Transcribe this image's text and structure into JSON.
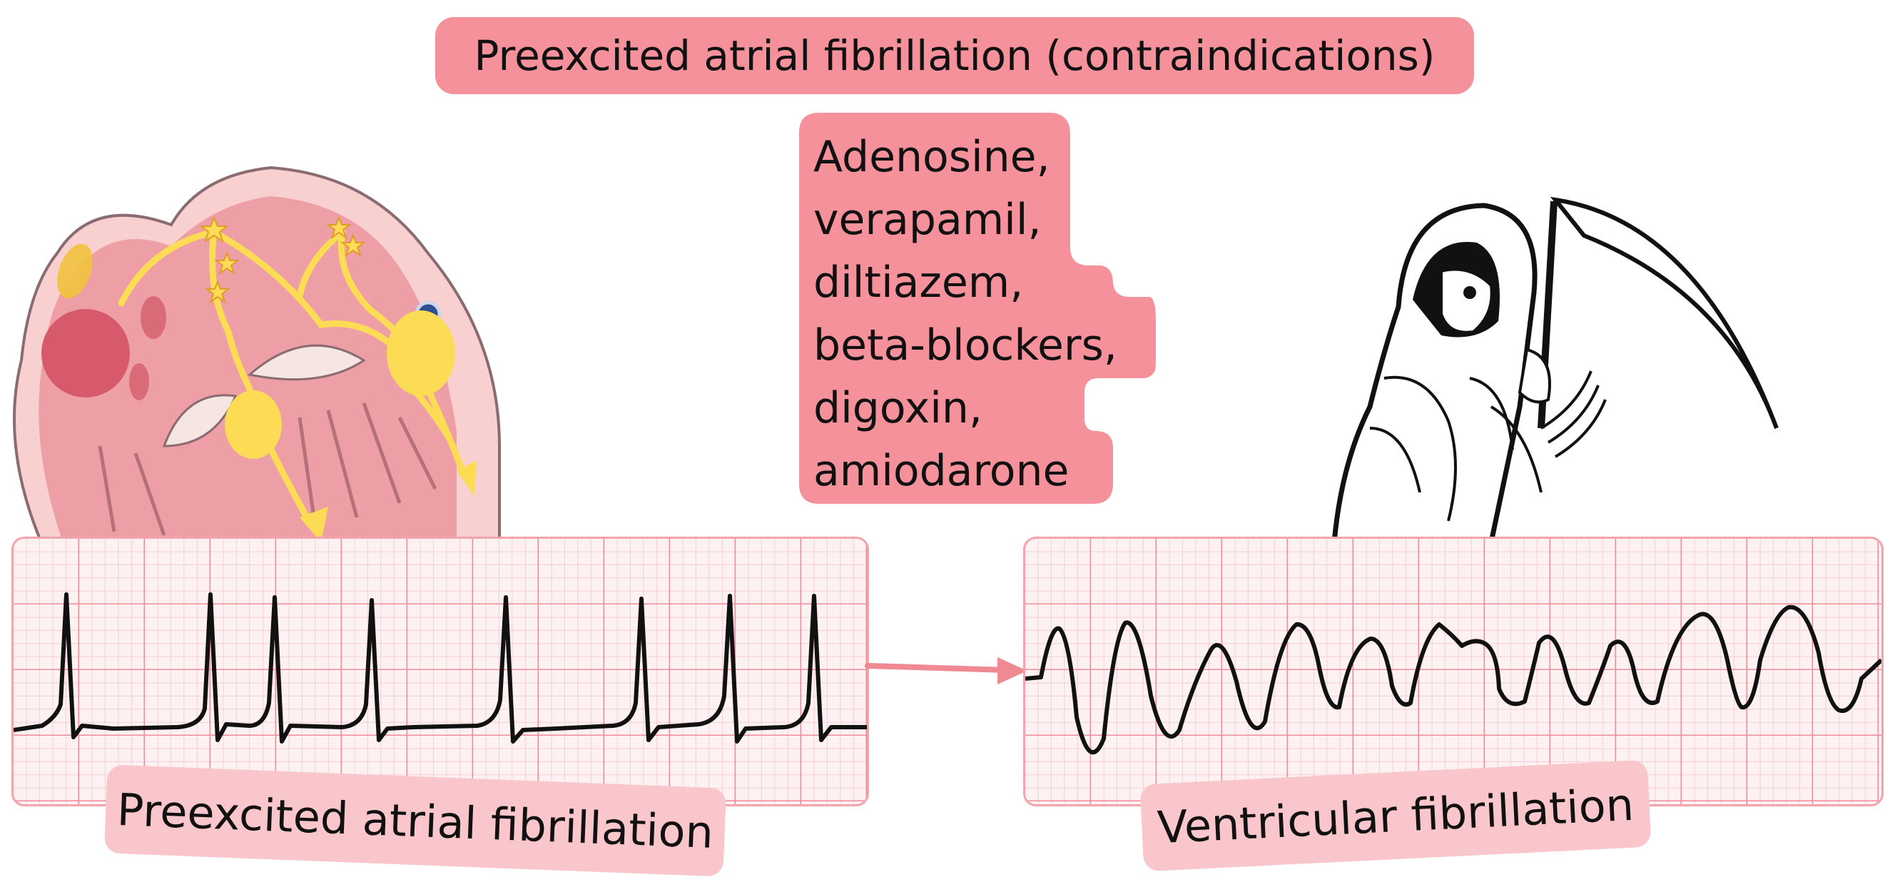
{
  "title": "Preexcited atrial fibrillation (contraindications)",
  "contraindicated_drugs": [
    "Adenosine,",
    "verapamil,",
    "diltiazem,",
    "beta-blockers,",
    "digoxin,",
    "amiodarone"
  ],
  "labels": {
    "left_rhythm": "Preexcited atrial fibrillation",
    "right_rhythm": "Ventricular fibrillation"
  },
  "colors": {
    "title_fill": "#f4919a",
    "drug_fill": "#f4919a",
    "label_fill": "#f9c6cc",
    "ecg_grid": "#f2a3ac",
    "conduction": "#fddc55",
    "arrow": "#ef8a93"
  },
  "icons": [
    "heart-conduction-illustration",
    "grim-reaper-icon",
    "arrow-right-icon"
  ]
}
